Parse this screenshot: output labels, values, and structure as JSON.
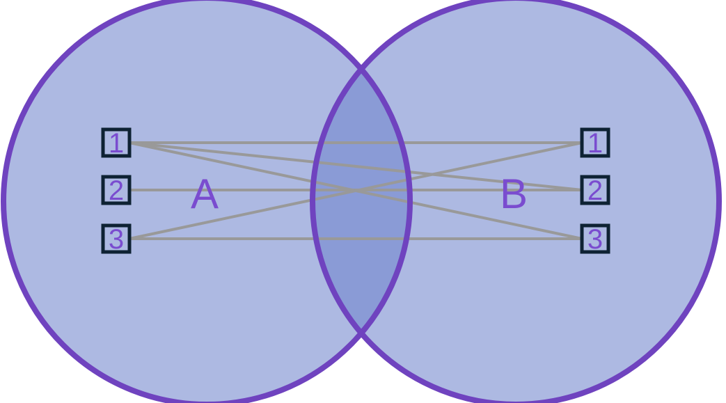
{
  "colors": {
    "circle_fill": "#adb9e2",
    "overlap_fill": "#8a9bd6",
    "circle_stroke": "#6f43bf",
    "edge": "#999999",
    "box_stroke": "#0e2233",
    "text": "#7a4ccf"
  },
  "sets": {
    "a": {
      "label": "A"
    },
    "b": {
      "label": "B"
    }
  },
  "left_nodes": [
    {
      "id": "A1",
      "label": "1"
    },
    {
      "id": "A2",
      "label": "2"
    },
    {
      "id": "A3",
      "label": "3"
    }
  ],
  "right_nodes": [
    {
      "id": "B1",
      "label": "1"
    },
    {
      "id": "B2",
      "label": "2"
    },
    {
      "id": "B3",
      "label": "3"
    }
  ],
  "edges": [
    {
      "from": "A1",
      "to": "B1"
    },
    {
      "from": "A1",
      "to": "B2"
    },
    {
      "from": "A1",
      "to": "B3"
    },
    {
      "from": "A2",
      "to": "B2"
    },
    {
      "from": "A3",
      "to": "B1"
    },
    {
      "from": "A3",
      "to": "B3"
    }
  ]
}
